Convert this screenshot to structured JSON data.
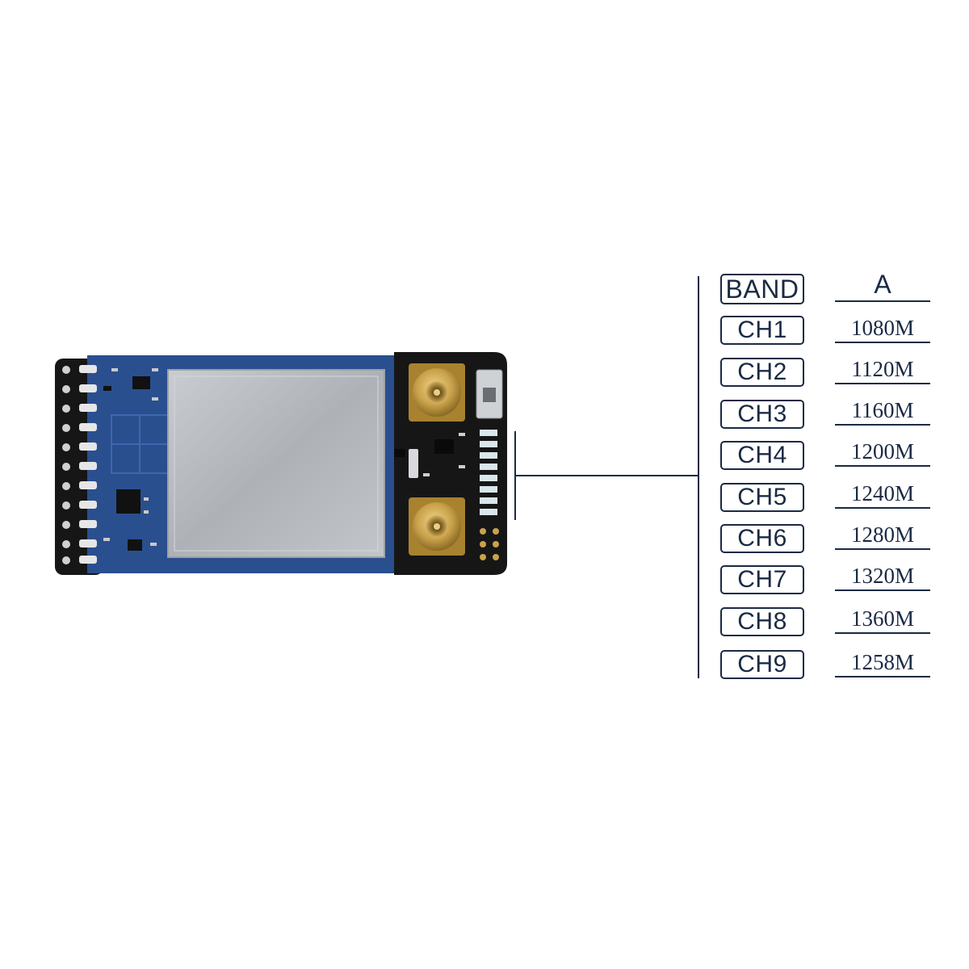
{
  "table": {
    "band_label": "BAND",
    "band_value": "A",
    "rows": [
      {
        "channel": "CH1",
        "frequency": "1080M"
      },
      {
        "channel": "CH2",
        "frequency": "1120M"
      },
      {
        "channel": "CH3",
        "frequency": "1160M"
      },
      {
        "channel": "CH4",
        "frequency": "1200M"
      },
      {
        "channel": "CH5",
        "frequency": "1240M"
      },
      {
        "channel": "CH6",
        "frequency": "1280M"
      },
      {
        "channel": "CH7",
        "frequency": "1320M"
      },
      {
        "channel": "CH8",
        "frequency": "1360M"
      },
      {
        "channel": "CH9",
        "frequency": "1258M"
      }
    ]
  },
  "colors": {
    "ink": "#1a2a44",
    "pcb_blue": "#2a4f8f",
    "pcb_black": "#161616",
    "shield_silver": "#b9bcc0",
    "gold": "#c9a24a"
  }
}
